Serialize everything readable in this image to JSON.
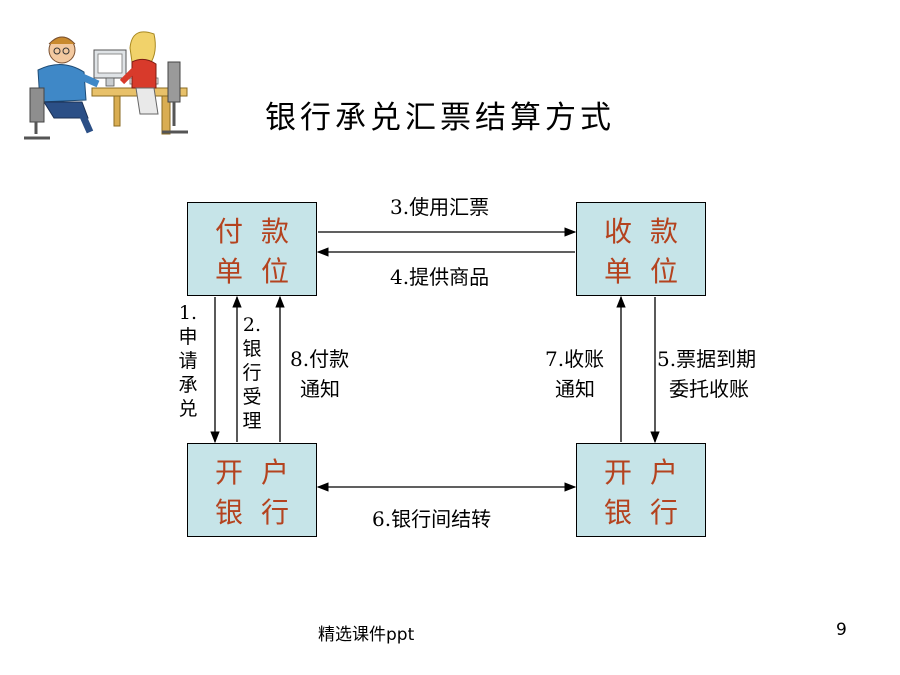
{
  "title": "银行承兑汇票结算方式",
  "nodes": {
    "payer": {
      "line1": "付款",
      "line2": "单位"
    },
    "payee": {
      "line1": "收款",
      "line2": "单位"
    },
    "payer_bank": {
      "line1": "开户",
      "line2": "银行"
    },
    "payee_bank": {
      "line1": "开户",
      "line2": "银行"
    }
  },
  "edges": {
    "e3": "3.使用汇票",
    "e4": "4.提供商品",
    "e1": "1.申请承兑",
    "e2": "2.银行受理",
    "e8_a": "8.付款",
    "e8_b": "通知",
    "e7_a": "7.收账",
    "e7_b": "通知",
    "e5_a": "5.票据到期",
    "e5_b": "委托收账",
    "e6": "6.银行间结转"
  },
  "footer": "精选课件ppt",
  "page_number": "9",
  "colors": {
    "box_fill": "#c6e4e8",
    "box_text": "#b4431f"
  }
}
